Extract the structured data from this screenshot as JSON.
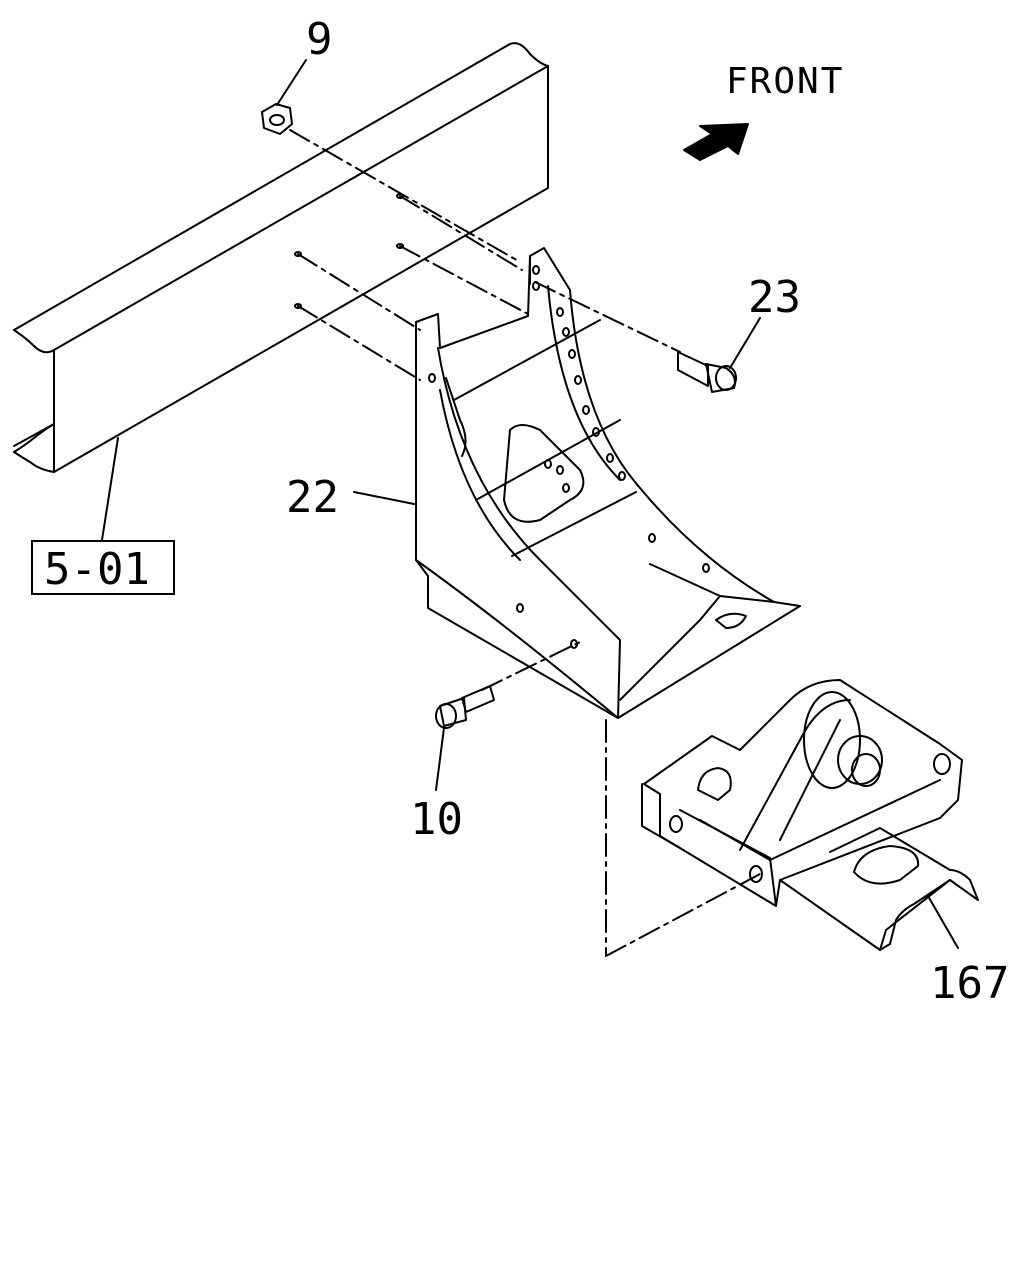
{
  "diagram": {
    "front_label": "FRONT",
    "part_labels": {
      "nut": "9",
      "bolt_top": "23",
      "bracket": "22",
      "bolt_bottom": "10",
      "winch": "167"
    },
    "reference_label": "5-01"
  }
}
